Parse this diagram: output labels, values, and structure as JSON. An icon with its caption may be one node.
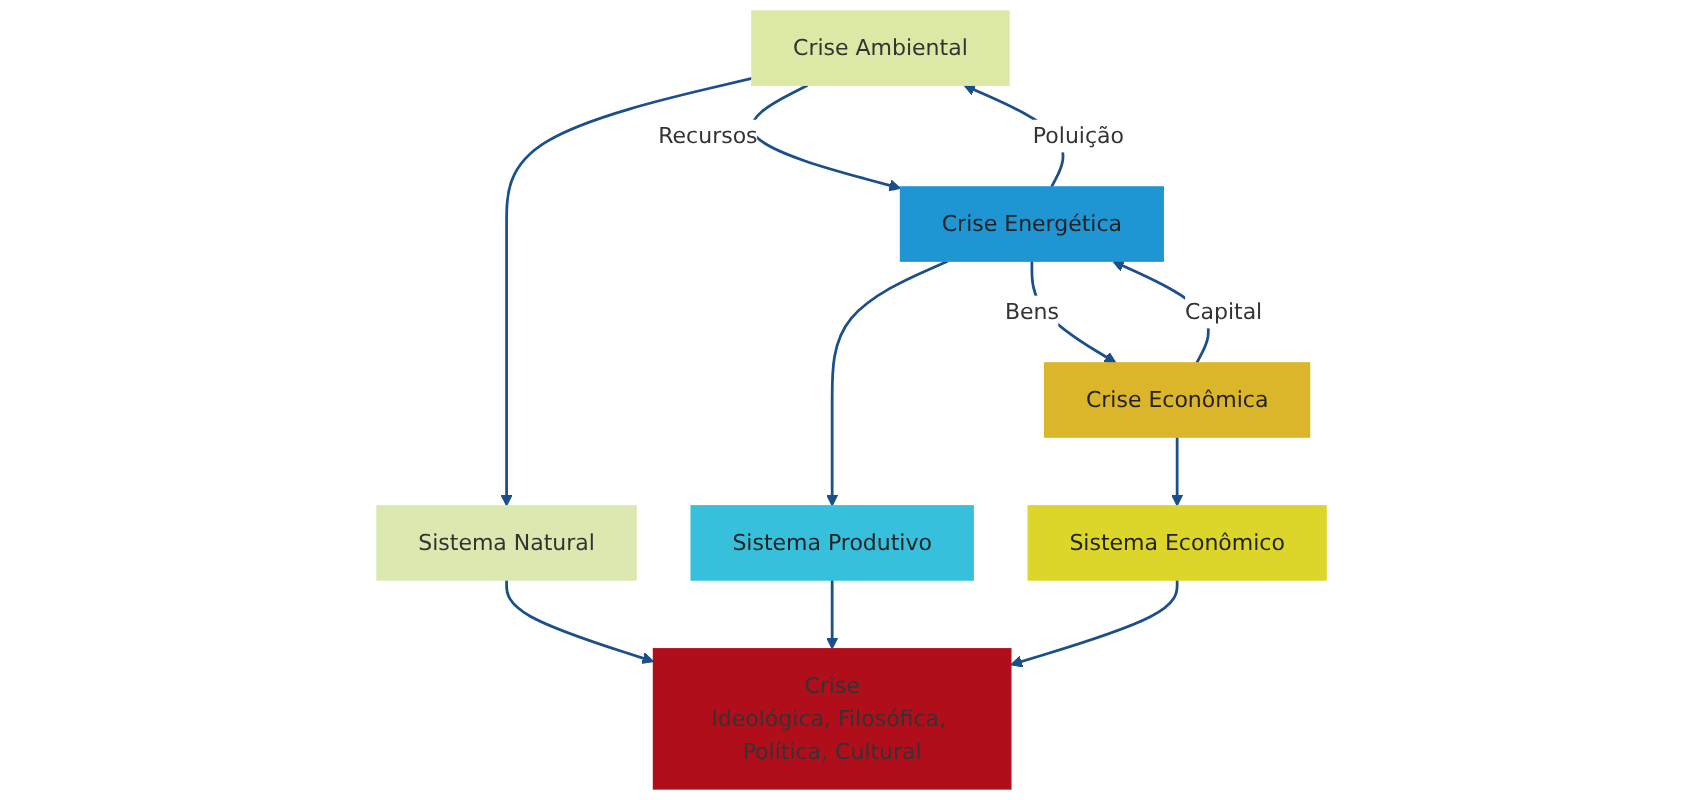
{
  "diagram": {
    "nodes": [
      {
        "text": [
          "Crise Ambiental"
        ]
      },
      {
        "text": [
          "Crise Energética"
        ]
      },
      {
        "text": [
          "Crise Econômica"
        ]
      },
      {
        "text": [
          "Sistema Natural"
        ]
      },
      {
        "text": [
          "Sistema Produtivo"
        ]
      },
      {
        "text": [
          "Sistema Econômico"
        ]
      },
      {
        "text": [
          "Crise",
          "Ideológica, Filosófica, Política, Cultural"
        ]
      }
    ],
    "edges": [
      {
        "from": 0,
        "to": 1,
        "arrow": "to",
        "label": "Recursos"
      },
      {
        "from": 1,
        "to": 2,
        "arrow": "to",
        "label": "Bens"
      },
      {
        "from": 1,
        "to": 0,
        "arrow": "to",
        "label": "Poluição"
      },
      {
        "from": 2,
        "to": 1,
        "arrow": "to",
        "label": "Capital"
      },
      {
        "from": 0,
        "to": 3,
        "arrow": "to"
      },
      {
        "from": 1,
        "to": 4,
        "arrow": "to"
      },
      {
        "from": 2,
        "to": 5,
        "arrow": "to"
      },
      {
        "from": 3,
        "to": 6,
        "arrow": "to"
      },
      {
        "from": 4,
        "to": 6,
        "arrow": "to"
      },
      {
        "from": 5,
        "to": 6,
        "arrow": "to"
      }
    ]
  }
}
